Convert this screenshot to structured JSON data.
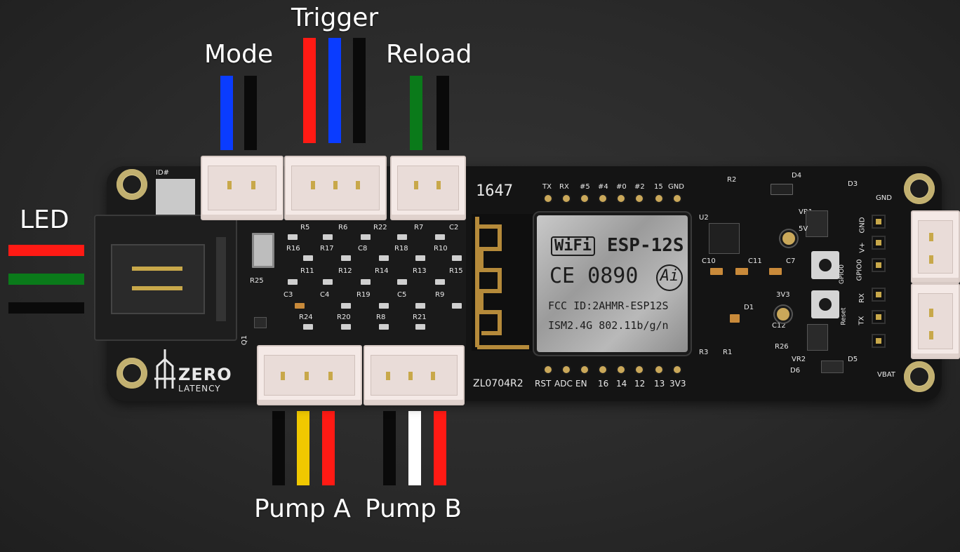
{
  "labels": {
    "trigger": "Trigger",
    "mode": "Mode",
    "reload": "Reload",
    "led": "LED",
    "pump_a": "Pump A",
    "pump_b": "Pump B"
  },
  "board": {
    "brand": "ZERO",
    "brand_sub": "LATENCY",
    "revision": "ZL0704R2",
    "id_label": "ID#",
    "serial": "1647",
    "top_pins": [
      "TX",
      "RX",
      "#5",
      "#4",
      "#0",
      "#2",
      "15",
      "GND"
    ],
    "bottom_pins": [
      "RST",
      "ADC",
      "EN",
      "16",
      "14",
      "12",
      "13",
      "3V3"
    ],
    "right_labels": [
      "GND",
      "V+",
      "GPIO0",
      "RX",
      "TX",
      "VBAT"
    ],
    "module_wifi": "WiFi",
    "module_model": "ESP-12S",
    "module_ce": "CE 0890",
    "module_ai": "Ai",
    "module_fcc": "FCC ID:2AHMR-ESP12S",
    "module_ism": "ISM2.4G   802.11b/g/n",
    "side_labels": [
      "5V",
      "3V3",
      "Reset",
      "GPIO0"
    ],
    "parts": [
      "R5",
      "R6",
      "R22",
      "R7",
      "C2",
      "R16",
      "R17",
      "C8",
      "R18",
      "R10",
      "R11",
      "R12",
      "R14",
      "R13",
      "R15",
      "R25",
      "C3",
      "C4",
      "R19",
      "C5",
      "R9",
      "R24",
      "R20",
      "R8",
      "R21",
      "Q1",
      "U2",
      "R2",
      "D4",
      "D3",
      "VR1",
      "C10",
      "C11",
      "C7",
      "C12",
      "R26",
      "VR2",
      "D5",
      "D6",
      "R3",
      "R1",
      "D1"
    ]
  },
  "colors": {
    "red": "#ff1a14",
    "blue": "#0a3cff",
    "black": "#0a0a0a",
    "green": "#0a7a1a",
    "yellow": "#f0c800",
    "white": "#ffffff"
  }
}
